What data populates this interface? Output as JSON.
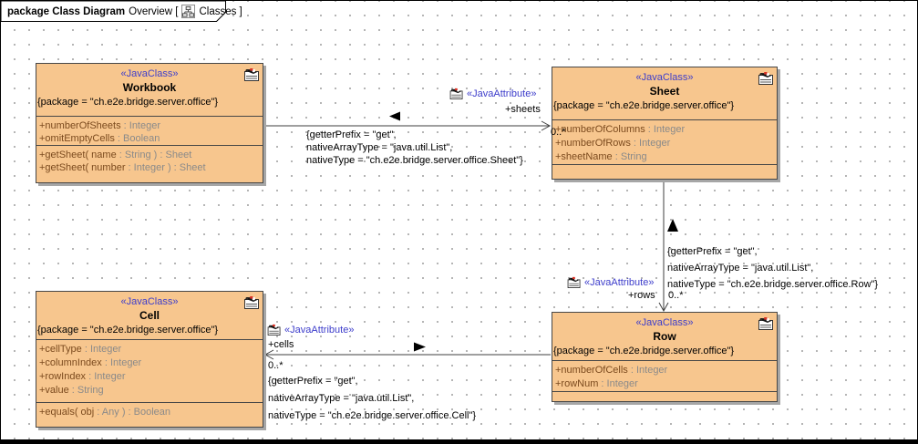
{
  "header": {
    "package_label": "package Class Diagram",
    "subtitle": "Overview [",
    "diagram_name": "Classes ]"
  },
  "colors": {
    "class_fill": "#f7c68e",
    "class_border": "#474747",
    "stereotype_blue": "#3d3dcb",
    "member_name_brown": "#7b4a1e",
    "member_type_gray": "#8a8a8a",
    "shadow_gray": "#a6a6a6",
    "line_gray": "#3f3f3f"
  },
  "classes": [
    {
      "key": "workbook",
      "stereotype": "«JavaClass»",
      "name": "Workbook",
      "package_line": "{package = \"ch.e2e.bridge.server.office\"}",
      "attributes": [
        {
          "name": "+numberOfSheets",
          "type": " : Integer"
        },
        {
          "name": "+omitEmptyCells",
          "type": " : Boolean"
        }
      ],
      "operations": [
        {
          "name": "+getSheet( name ",
          "type": ": String ) : Sheet"
        },
        {
          "name": "+getSheet( number ",
          "type": ": Integer ) : Sheet"
        }
      ]
    },
    {
      "key": "sheet",
      "stereotype": "«JavaClass»",
      "name": "Sheet",
      "package_line": "{package = \"ch.e2e.bridge.server.office\"}",
      "attributes": [
        {
          "name": "+numberOfColumns",
          "type": " : Integer"
        },
        {
          "name": "+numberOfRows",
          "type": " : Integer"
        },
        {
          "name": "+sheetName",
          "type": " : String"
        }
      ],
      "operations": []
    },
    {
      "key": "cell",
      "stereotype": "«JavaClass»",
      "name": "Cell",
      "package_line": "{package = \"ch.e2e.bridge.server.office\"}",
      "attributes": [
        {
          "name": "+cellType",
          "type": " : Integer"
        },
        {
          "name": "+columnIndex",
          "type": " : Integer"
        },
        {
          "name": "+rowIndex",
          "type": " : Integer"
        },
        {
          "name": "+value",
          "type": " : String"
        }
      ],
      "operations": [
        {
          "name": "+equals( obj ",
          "type": ": Any ) : Boolean"
        }
      ]
    },
    {
      "key": "row",
      "stereotype": "«JavaClass»",
      "name": "Row",
      "package_line": "{package = \"ch.e2e.bridge.server.office\"}",
      "attributes": [
        {
          "name": "+numberOfCells",
          "type": " : Integer"
        },
        {
          "name": "+rowNum",
          "type": " : Integer"
        }
      ],
      "operations": []
    }
  ],
  "associations": [
    {
      "key": "workbook-sheet",
      "stereotype": "«JavaAttribute»",
      "role": "+sheets",
      "multiplicity": "0..*",
      "constraint": [
        "{getterPrefix = \"get\",",
        "nativeArrayType = \"java.util.List\",",
        "nativeType = \"ch.e2e.bridge.server.office.Sheet\"}"
      ]
    },
    {
      "key": "sheet-row",
      "stereotype": "«JavaAttribute»",
      "role": "+rows",
      "multiplicity": "0..*",
      "constraint": [
        "{getterPrefix = \"get\",",
        "nativeArrayType = \"java.util.List\",",
        "nativeType = \"ch.e2e.bridge.server.office.Row\"}"
      ]
    },
    {
      "key": "row-cell",
      "stereotype": "«JavaAttribute»",
      "role": "+cells",
      "multiplicity": "0..*",
      "constraint": [
        "{getterPrefix = \"get\",",
        "nativeArrayType = \"java.util.List\",",
        "nativeType = \"ch.e2e.bridge.server.office.Cell\"}"
      ]
    }
  ]
}
